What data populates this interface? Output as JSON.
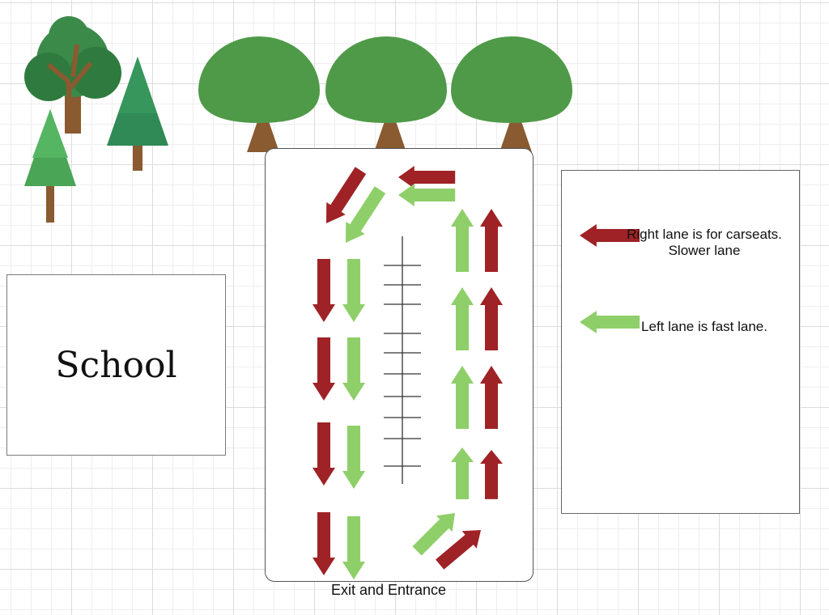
{
  "school": {
    "label": "School"
  },
  "lot": {
    "exit_label": "Exit and Entrance"
  },
  "legend": {
    "red_text": "Right lane is for carseats. Slower lane",
    "green_text": "Left lane is fast lane."
  },
  "colors": {
    "right_lane_arrow": "#9f2226",
    "left_lane_arrow": "#8fcf6a",
    "tree_canopy": "#4f9a48",
    "tree_trunk": "#8a5a30",
    "pine": "#2f8a55"
  },
  "icons": {
    "tree": "deciduous-tree-icon",
    "pine": "pine-tree-icon",
    "arrow": "lane-arrow-icon"
  }
}
